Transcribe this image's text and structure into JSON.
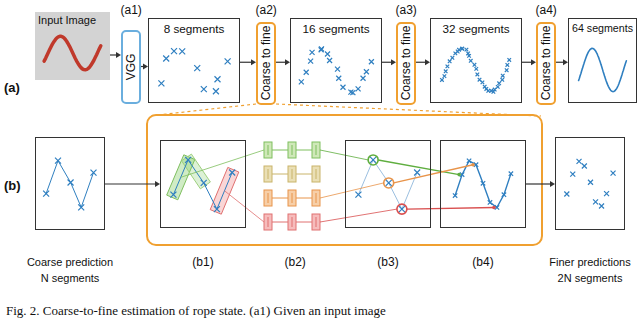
{
  "diagram": {
    "caption": "Fig. 2. Coarse-to-fine estimation of rope state. (a1) Given an input image",
    "nodes": [
      {
        "text": [
          "Input Image"
        ]
      },
      {
        "text": [
          "VGG"
        ]
      },
      {
        "text": [
          "8 segments"
        ]
      },
      {
        "text": [
          "Coarse to fine"
        ]
      },
      {
        "text": [
          "16 segments"
        ]
      },
      {
        "text": [
          "Coarse to fine"
        ]
      },
      {
        "text": [
          "32 segments"
        ]
      },
      {
        "text": [
          "Coarse to fine"
        ]
      },
      {
        "text": [
          "64 segments"
        ]
      },
      {
        "text": [
          "Coarse prediction",
          "N segments"
        ]
      },
      {
        "text": [
          "(b1)"
        ]
      },
      {
        "text": [
          "(b3)"
        ]
      },
      {
        "text": [
          "(b4)"
        ]
      },
      {
        "text": [
          "Finer predictions",
          "2N segments"
        ]
      }
    ],
    "edges": [
      {
        "from": 0,
        "to": 1,
        "arrow": "to"
      },
      {
        "from": 1,
        "to": 2,
        "arrow": "to"
      },
      {
        "from": 2,
        "to": 3,
        "arrow": "to"
      },
      {
        "from": 3,
        "to": 4,
        "arrow": "to"
      },
      {
        "from": 4,
        "to": 5,
        "arrow": "to"
      },
      {
        "from": 5,
        "to": 6,
        "arrow": "to"
      },
      {
        "from": 6,
        "to": 7,
        "arrow": "to"
      },
      {
        "from": 7,
        "to": 8,
        "arrow": "to"
      },
      {
        "from": 9,
        "to": 10,
        "arrow": "to"
      },
      {
        "from": 12,
        "to": 13,
        "arrow": "to"
      }
    ],
    "labels": [
      "(a)",
      "(a1)",
      "(a2)",
      "(a3)",
      "(a4)",
      "(b)",
      "(b2)"
    ]
  }
}
